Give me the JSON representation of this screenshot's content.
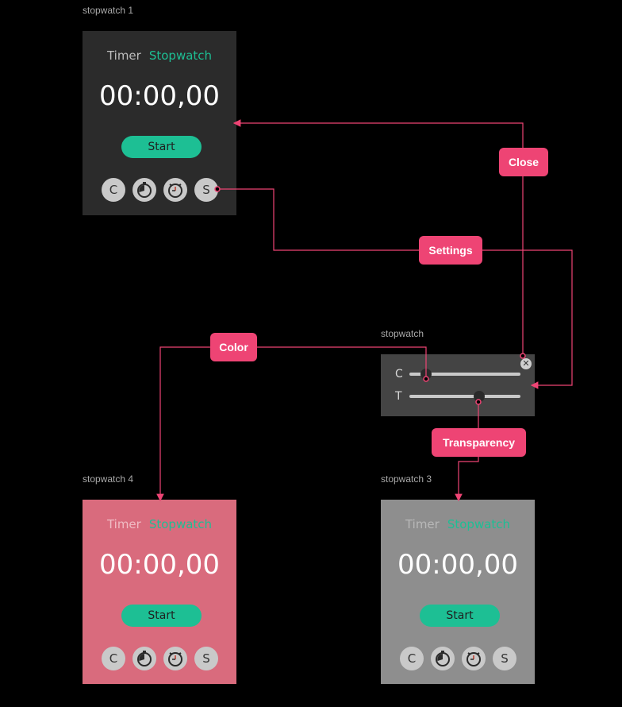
{
  "frames": {
    "sw1": {
      "label": "stopwatch 1"
    },
    "settings": {
      "label": "stopwatch"
    },
    "sw4": {
      "label": "stopwatch 4"
    },
    "sw3": {
      "label": "stopwatch 3"
    }
  },
  "stopwatch": {
    "tab_timer": "Timer",
    "tab_stopwatch": "Stopwatch",
    "time": "00:00,00",
    "start_label": "Start",
    "icon_c": "C",
    "icon_s": "S"
  },
  "settings_panel": {
    "color_label": "C",
    "transparency_label": "T",
    "close_glyph": "✕",
    "color_value": 0.15,
    "transparency_value": 0.63
  },
  "callouts": {
    "close": "Close",
    "settings": "Settings",
    "color": "Color",
    "transparency": "Transparency"
  },
  "colors": {
    "background": "#000000",
    "card_default": "#2b2b2b",
    "card_color": "#d96b7d",
    "card_transparent": "#8e8e8e",
    "accent_green": "#1dbf94",
    "callout_pink": "#ee4474"
  }
}
